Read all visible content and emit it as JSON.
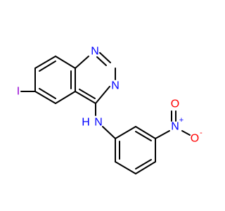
{
  "molecule": {
    "atoms": {
      "iodine": {
        "symbol": "I",
        "color": "#9400d3"
      },
      "n1": {
        "symbol": "N",
        "color": "#0000ff"
      },
      "n3": {
        "symbol": "N",
        "color": "#0000ff"
      },
      "amine_n": {
        "symbol": "N",
        "color": "#0000ff"
      },
      "amine_h": {
        "symbol": "H",
        "color": "#0000ff"
      },
      "nitro_n": {
        "symbol": "N",
        "color": "#0000ff"
      },
      "nitro_n_charge": {
        "symbol": "+",
        "color": "#0000ff"
      },
      "nitro_o_top": {
        "symbol": "O",
        "color": "#ff0000"
      },
      "nitro_o_right": {
        "symbol": "O",
        "color": "#ff0000"
      },
      "nitro_o_charge": {
        "symbol": "-",
        "color": "#ff0000"
      }
    },
    "bond_color": "#000000"
  }
}
